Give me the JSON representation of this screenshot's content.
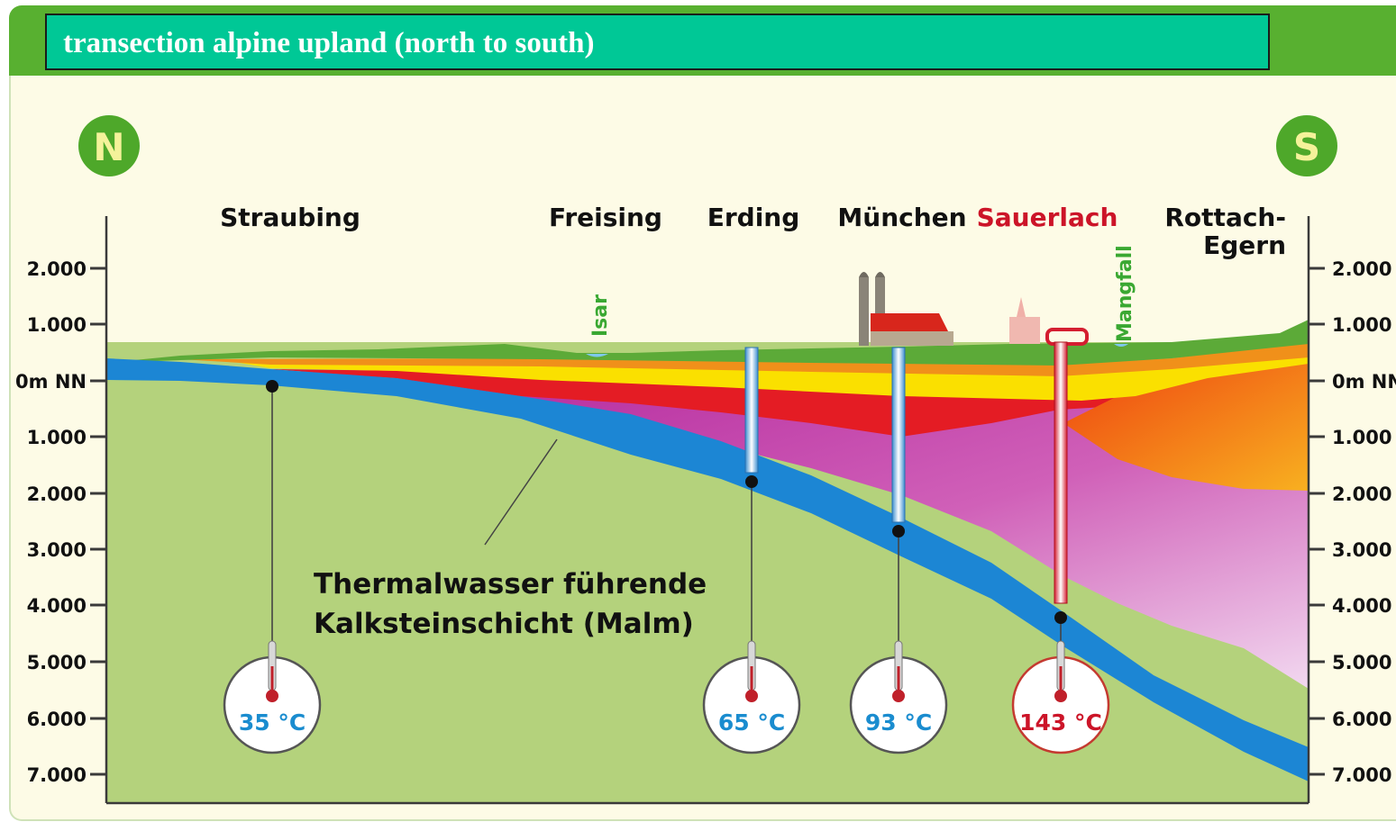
{
  "title": "transection alpine upland (north to south)",
  "compass": {
    "north": "N",
    "south": "S"
  },
  "towns": [
    {
      "name": "Straubing",
      "highlight": false
    },
    {
      "name": "Freising",
      "highlight": false
    },
    {
      "name": "Erding",
      "highlight": false
    },
    {
      "name": "München",
      "highlight": false
    },
    {
      "name": "Sauerlach",
      "highlight": true
    },
    {
      "name": "Rottach-",
      "highlight": false
    },
    {
      "name": "Egern",
      "highlight": false
    }
  ],
  "rivers": [
    "Isar",
    "Mangfall"
  ],
  "depth_axis_labels": [
    "2.000",
    "1.000",
    "0m NN",
    "1.000",
    "2.000",
    "3.000",
    "4.000",
    "5.000",
    "6.000",
    "7.000"
  ],
  "layer_label": {
    "line1": "Thermalwasser führende",
    "line2": "Kalksteinschicht (Malm)"
  },
  "wells": [
    {
      "town": "Straubing",
      "temperature": "35 °C",
      "hot": false
    },
    {
      "town": "Erding",
      "temperature": "65 °C",
      "hot": false
    },
    {
      "town": "München",
      "temperature": "93 °C",
      "hot": false
    },
    {
      "town": "Sauerlach",
      "temperature": "143 °C",
      "hot": true
    }
  ],
  "colors": {
    "header_green": "#58b030",
    "title_teal": "#00c896",
    "basement": "#b4d27c",
    "malm_layer": "#1c86d4",
    "surface_green": "#5caa38",
    "cool_text": "#1a8ccf",
    "hot_text": "#cc1428"
  }
}
